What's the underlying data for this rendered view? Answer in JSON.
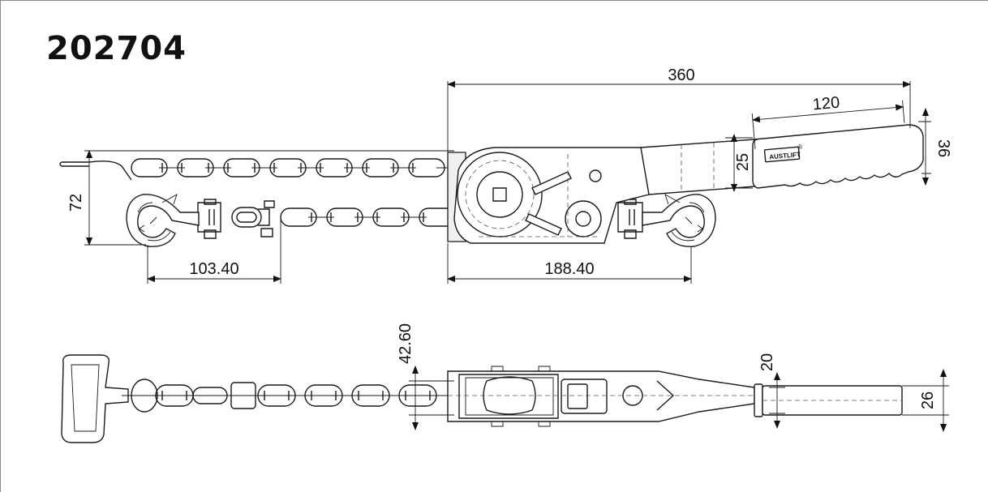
{
  "drawing": {
    "part_number": "202704",
    "brand_label": "AUSTLIFT",
    "brand_mark": "®",
    "side_view": {
      "dim_overall_length": "360",
      "dim_handle_length": "120",
      "dim_handle_offset": "25",
      "dim_handle_dia": "36",
      "dim_height": "72",
      "dim_hook_spacing": "103.40",
      "dim_body_to_hook": "188.40"
    },
    "top_view": {
      "dim_chain_height": "42.60",
      "dim_shaft": "20",
      "dim_grip": "26"
    }
  }
}
